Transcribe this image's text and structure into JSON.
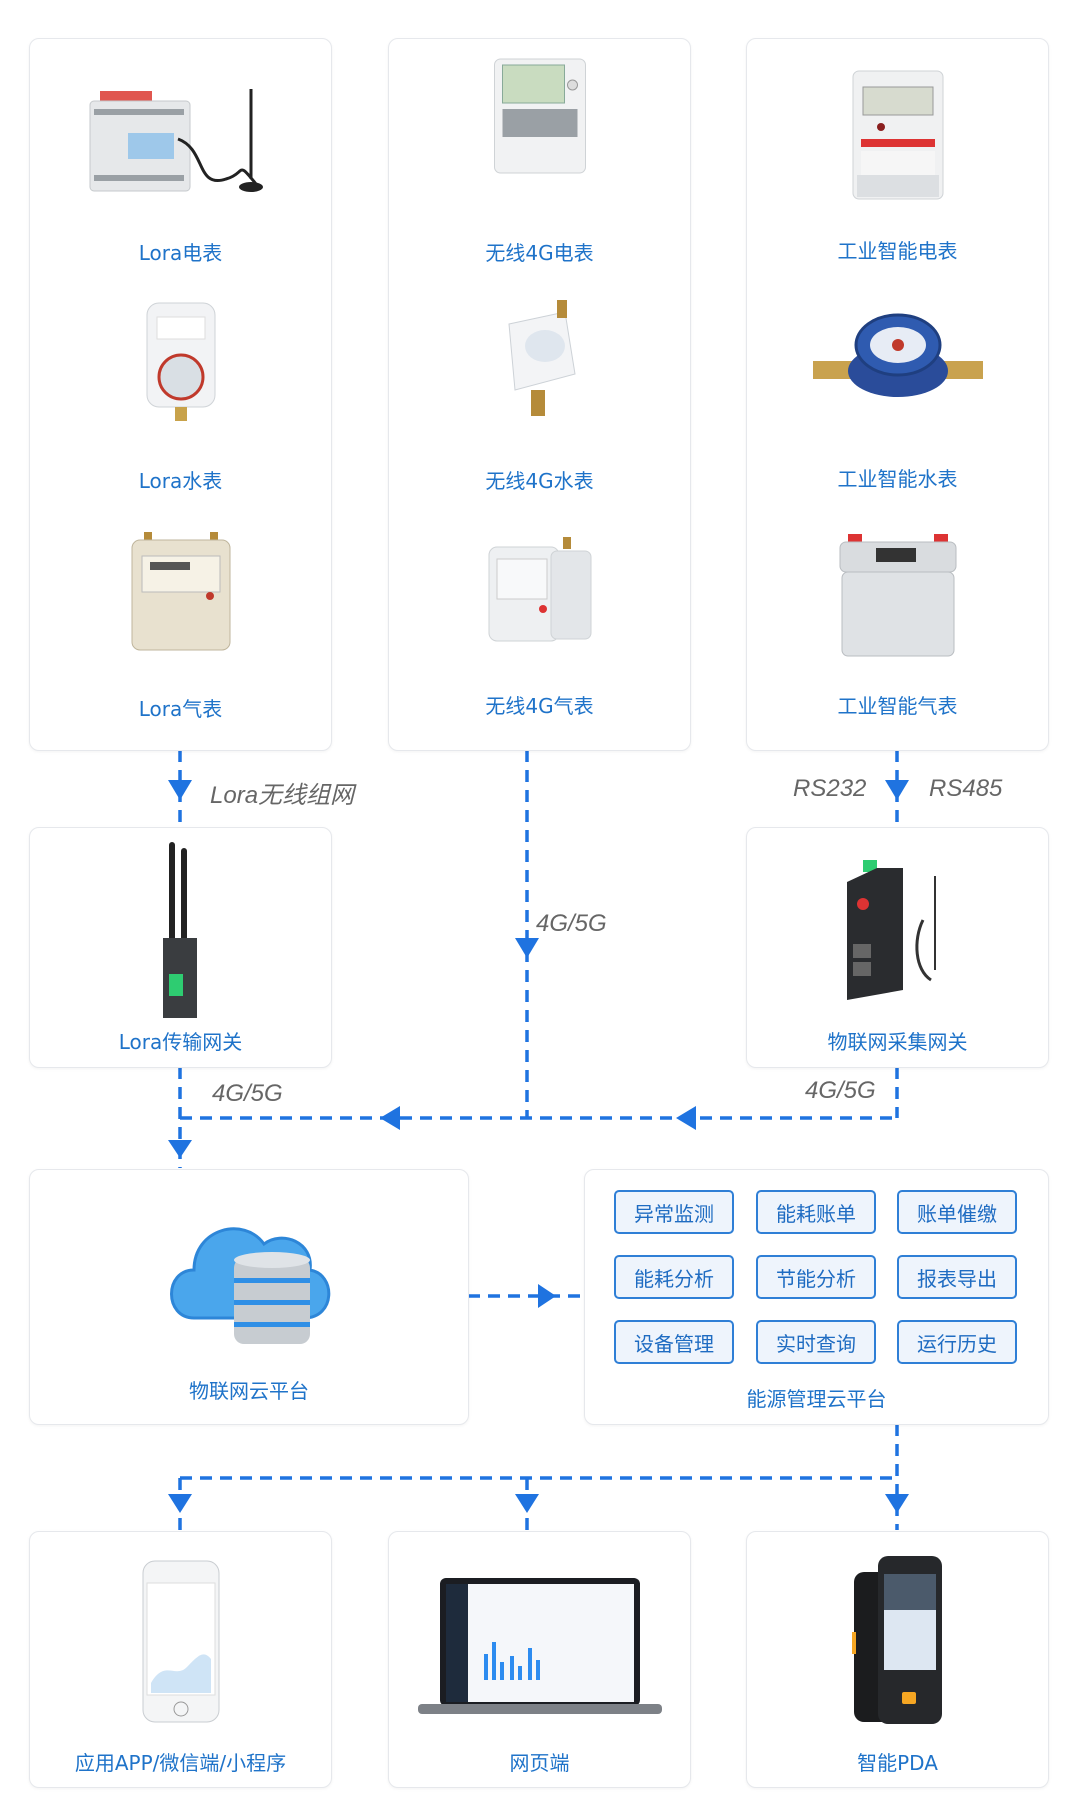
{
  "colors": {
    "line": "#1f73e0",
    "label": "#1f73c9",
    "connector_text": "#666666",
    "button_border": "#2f7fd6",
    "button_bg": "#eef4fc"
  },
  "devices": {
    "col_lora": [
      {
        "label": "Lora电表",
        "icon": "din-rail-meter-with-antenna"
      },
      {
        "label": "Lora水表",
        "icon": "prepaid-water-meter"
      },
      {
        "label": "Lora气表",
        "icon": "gas-meter"
      }
    ],
    "col_4g": [
      {
        "label": "无线4G电表",
        "icon": "three-phase-meter"
      },
      {
        "label": "无线4G水表",
        "icon": "wireless-water-meter"
      },
      {
        "label": "无线4G气表",
        "icon": "white-gas-meter"
      }
    ],
    "col_industrial": [
      {
        "label": "工业智能电表",
        "icon": "single-phase-meter"
      },
      {
        "label": "工业智能水表",
        "icon": "brass-water-meter"
      },
      {
        "label": "工业智能气表",
        "icon": "industrial-gas-meter"
      }
    ]
  },
  "connectors": {
    "lora_network": "Lora无线组网",
    "rs232": "RS232",
    "rs485": "RS485",
    "g45_middle": "4G/5G",
    "g45_left": "4G/5G",
    "g45_right": "4G/5G"
  },
  "gateways": {
    "lora": {
      "label": "Lora传输网关",
      "icon": "lora-gateway"
    },
    "iot": {
      "label": "物联网采集网关",
      "icon": "iot-gateway"
    }
  },
  "cloud": {
    "label": "物联网云平台",
    "icon": "cloud-database"
  },
  "energy_platform": {
    "label": "能源管理云平台",
    "features": [
      "异常监测",
      "能耗账单",
      "账单催缴",
      "能耗分析",
      "节能分析",
      "报表导出",
      "设备管理",
      "实时查询",
      "运行历史"
    ]
  },
  "clients": [
    {
      "label": "应用APP/微信端/小程序",
      "icon": "smartphone"
    },
    {
      "label": "网页端",
      "icon": "laptop-dashboard"
    },
    {
      "label": "智能PDA",
      "icon": "pda-device"
    }
  ]
}
